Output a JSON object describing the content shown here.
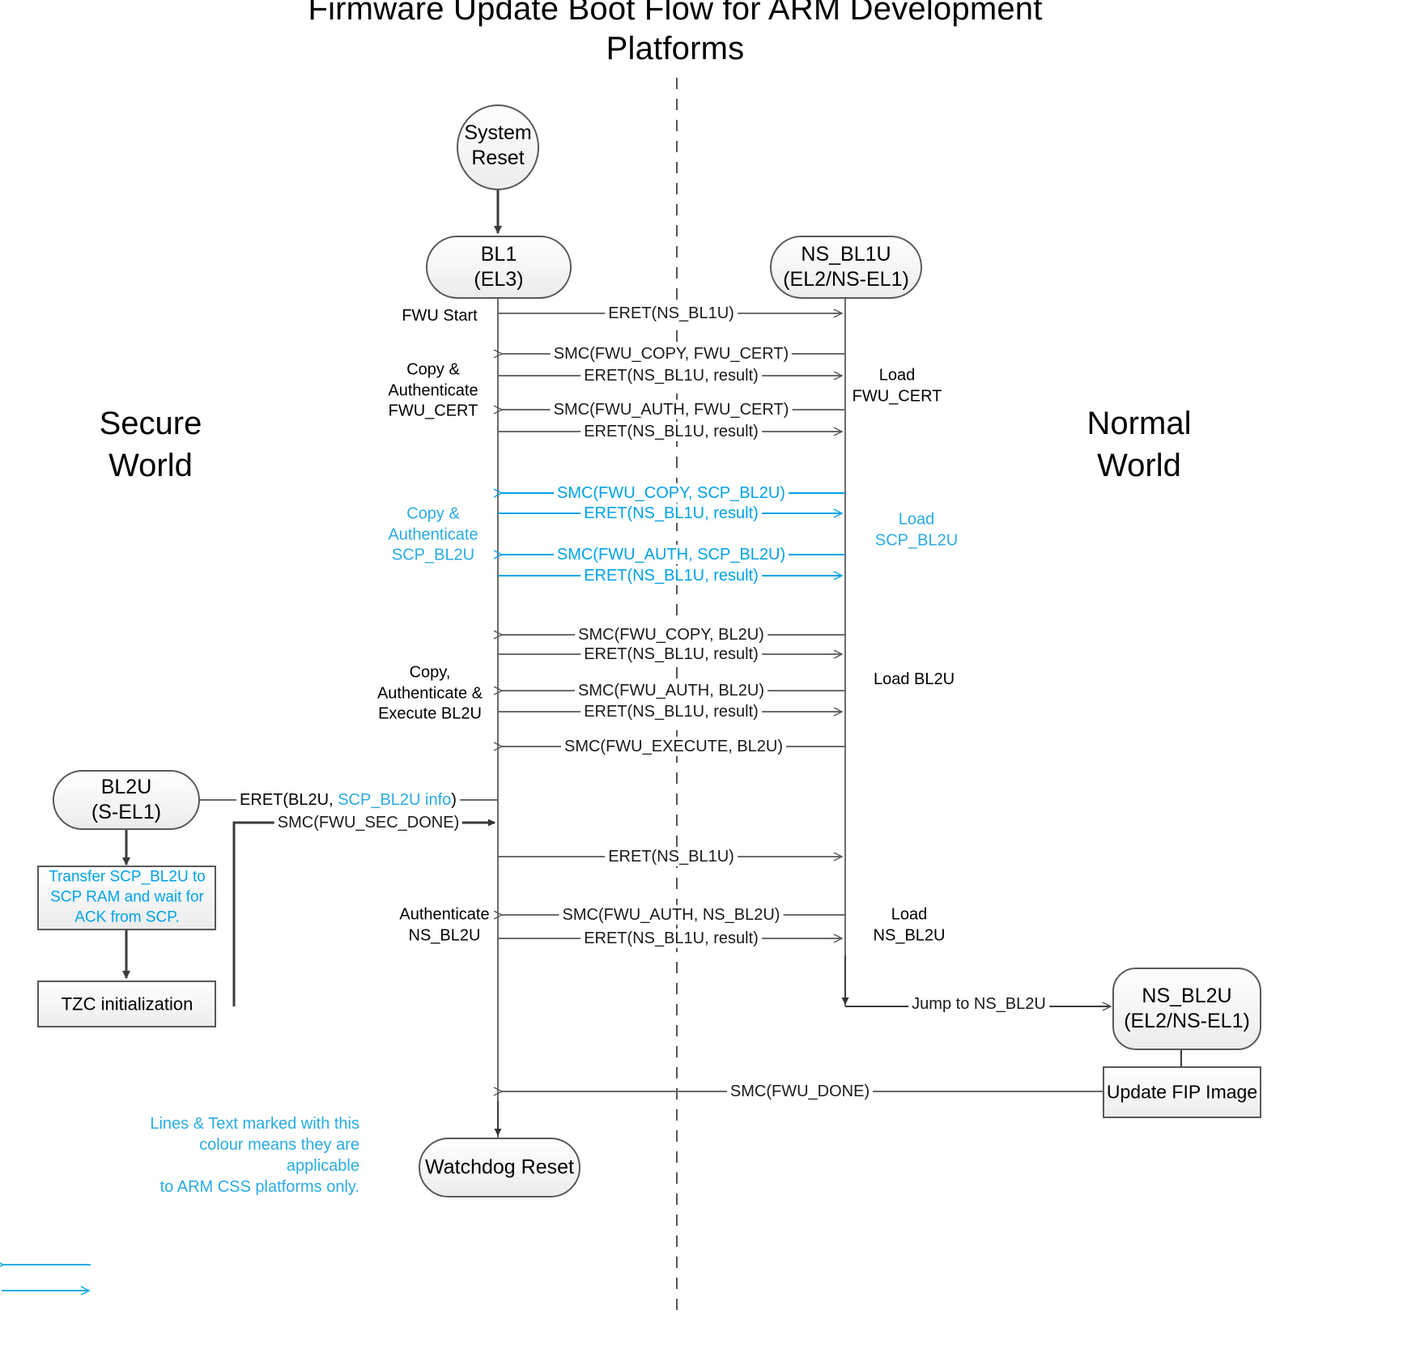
{
  "title": "Firmware Update Boot Flow for ARM Development Platforms",
  "worlds": {
    "secure": "Secure\nWorld",
    "normal": "Normal\nWorld"
  },
  "colors": {
    "cyan": "#29ABE2",
    "cyan_line": "#00A2E8",
    "line": "#4d4d4d",
    "node_fill": "#f2f2f2",
    "node_stroke": "#595959",
    "text": "#000000"
  },
  "nodes": {
    "system_reset": "System\nReset",
    "bl1": "BL1\n(EL3)",
    "ns_bl1u": "NS_BL1U\n(EL2/NS-EL1)",
    "bl2u": "BL2U\n(S-EL1)",
    "ns_bl2u": "NS_BL2U\n(EL2/NS-EL1)",
    "transfer_box": "Transfer SCP_BL2U to\nSCP RAM and wait for\nACK from SCP.",
    "tzc_box": "TZC initialization",
    "update_fip_box": "Update FIP Image",
    "watchdog_reset": "Watchdog Reset"
  },
  "messages": [
    {
      "id": "m1",
      "text": "ERET(NS_BL1U)",
      "cyan": false
    },
    {
      "id": "m2",
      "text": "SMC(FWU_COPY, FWU_CERT)",
      "cyan": false
    },
    {
      "id": "m3",
      "text": "ERET(NS_BL1U, result)",
      "cyan": false
    },
    {
      "id": "m4",
      "text": "SMC(FWU_AUTH, FWU_CERT)",
      "cyan": false
    },
    {
      "id": "m5",
      "text": "ERET(NS_BL1U, result)",
      "cyan": false
    },
    {
      "id": "m6",
      "text": "SMC(FWU_COPY, SCP_BL2U)",
      "cyan": true
    },
    {
      "id": "m7",
      "text": "ERET(NS_BL1U, result)",
      "cyan": true
    },
    {
      "id": "m8",
      "text": "SMC(FWU_AUTH, SCP_BL2U)",
      "cyan": true
    },
    {
      "id": "m9",
      "text": "ERET(NS_BL1U, result)",
      "cyan": true
    },
    {
      "id": "m10",
      "text": "SMC(FWU_COPY, BL2U)",
      "cyan": false
    },
    {
      "id": "m11",
      "text": "ERET(NS_BL1U, result)",
      "cyan": false
    },
    {
      "id": "m12",
      "text": "SMC(FWU_AUTH, BL2U)",
      "cyan": false
    },
    {
      "id": "m13",
      "text": "ERET(NS_BL1U, result)",
      "cyan": false
    },
    {
      "id": "m14",
      "text": "SMC(FWU_EXECUTE, BL2U)",
      "cyan": false
    },
    {
      "id": "m15",
      "text": "SMC(FWU_SEC_DONE)",
      "cyan": false
    },
    {
      "id": "m16",
      "text": "ERET(NS_BL1U)",
      "cyan": false
    },
    {
      "id": "m17",
      "text": "SMC(FWU_AUTH, NS_BL2U)",
      "cyan": false
    },
    {
      "id": "m18",
      "text": "ERET(NS_BL1U, result)",
      "cyan": false
    },
    {
      "id": "m19",
      "text": "Jump to NS_BL2U",
      "cyan": false
    },
    {
      "id": "m20",
      "text": "SMC(FWU_DONE)",
      "cyan": false
    }
  ],
  "eret_bl2u": {
    "prefix": "ERET(BL2U, ",
    "cyan_part": "SCP_BL2U info",
    "suffix": ")"
  },
  "left_notes": [
    {
      "id": "n1",
      "text": "FWU Start",
      "cyan": false
    },
    {
      "id": "n2",
      "text": "Copy &\nAuthenticate\nFWU_CERT",
      "cyan": false
    },
    {
      "id": "n3",
      "text": "Copy &\nAuthenticate\nSCP_BL2U",
      "cyan": true
    },
    {
      "id": "n4",
      "text": "Copy,\nAuthenticate &\nExecute BL2U",
      "cyan": false
    },
    {
      "id": "n5",
      "text": "Authenticate\nNS_BL2U",
      "cyan": false
    }
  ],
  "right_notes": [
    {
      "id": "r1",
      "text": "Load\nFWU_CERT",
      "cyan": false
    },
    {
      "id": "r2",
      "text": "Load\nSCP_BL2U",
      "cyan": true
    },
    {
      "id": "r3",
      "text": "Load BL2U",
      "cyan": false
    },
    {
      "id": "r4",
      "text": "Load\nNS_BL2U",
      "cyan": false
    }
  ],
  "legend": {
    "text": "Lines & Text marked with this\ncolour means they are applicable\nto ARM CSS platforms only."
  }
}
